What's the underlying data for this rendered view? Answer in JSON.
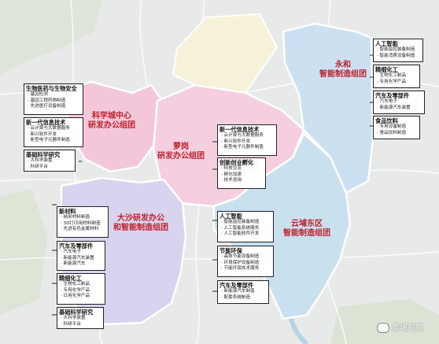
{
  "zones": {
    "kexuecheng": {
      "line1": "科学城中心",
      "line2": "研发办公组团",
      "color": "#f3c7d9"
    },
    "luogang": {
      "line1": "萝岗",
      "line2": "研发办公组团",
      "color": "#f5cfe0"
    },
    "dasha": {
      "line1": "大沙研发办公",
      "line2": "和智能制造组团",
      "color": "#d8d3ef"
    },
    "yunpu": {
      "line1": "云埔东区",
      "line2": "智能制造组团",
      "color": "#c9e0ef"
    },
    "yonghe": {
      "line1": "永和",
      "line2": "智能制造组团",
      "color": "#cbe1f2"
    },
    "north": {
      "color": "#f6f1d9"
    }
  },
  "boxes": {
    "bio": {
      "heading": "生物医药与生物安全",
      "items": [
        "基因检测",
        "基因工程药物制造",
        "先进医疗设备制造"
      ]
    },
    "it_kxc": {
      "heading": "新一代信息技术",
      "items": [
        "云计算与大数据服务",
        "新兴软件开发",
        "新型电子元器件制造"
      ]
    },
    "basic_kxc": {
      "heading": "基础科学研究",
      "items": [
        "大科学装置",
        "科研平台"
      ]
    },
    "it_lg": {
      "heading": "新一代信息技术",
      "items": [
        "云计算与大数据服务",
        "新兴软件开发",
        "新型电子元器件制造"
      ]
    },
    "innov_lg": {
      "heading": "创新创业孵化",
      "items": [
        "科技交流",
        "孵化加速",
        "技术咨询"
      ]
    },
    "material_ds": {
      "heading": "新材料",
      "items": [
        "纳米材料制造",
        "3D打印用材料制造",
        "先进有色金属材料"
      ]
    },
    "auto_ds": {
      "heading": "汽车及零部件",
      "items": [
        "汽车电子",
        "新能源汽车装置",
        "新能源汽车"
      ]
    },
    "chem_ds": {
      "heading": "精细化工",
      "items": [
        "生物化工制品",
        "专用化学产品",
        "日用化学产品"
      ]
    },
    "basic_ds": {
      "heading": "基础科学研究",
      "items": [
        "大科学装置",
        "科研平台"
      ]
    },
    "ai_yp": {
      "heading": "人工智能",
      "items": [
        "智能监控装备制造",
        "人工智能系统服务",
        "人工智能软件开发"
      ]
    },
    "energy_yp": {
      "heading": "节能环保",
      "items": [
        "高效节能设备制造",
        "环境保护设备制造",
        "节能环保技术服务"
      ]
    },
    "auto_yp": {
      "heading": "汽车及零部件",
      "items": [
        "新能源汽车制造",
        "配套系统制造"
      ]
    },
    "ai_yh": {
      "heading": "人工智能",
      "items": [
        "智能监控装备制造",
        "智能消费设备制造"
      ]
    },
    "chem_yh": {
      "heading": "精细化工",
      "items": [
        "生物化工制品",
        "专用化学产品"
      ]
    },
    "auto_yh": {
      "heading": "汽车及零部件",
      "items": [
        "汽车电子",
        "新能源汽车装置"
      ]
    },
    "food_yh": {
      "heading": "食品饮料",
      "items": [
        "专用设备制造",
        "食品饮料制造"
      ]
    }
  },
  "watermark": {
    "text": "黄埔观察",
    "icon": "wechat-icon"
  }
}
